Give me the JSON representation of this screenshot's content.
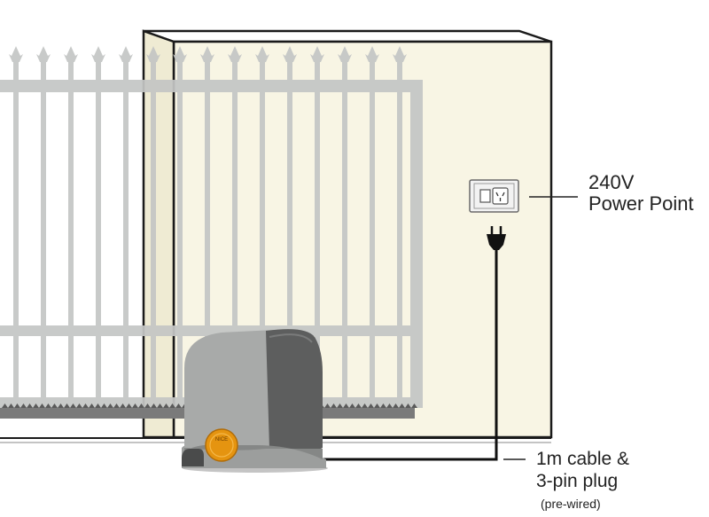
{
  "labels": {
    "power_point_line1": "240V",
    "power_point_line2": "Power Point",
    "cable_line1": "1m cable &",
    "cable_line2": "3-pin plug",
    "cable_line3": "(pre-wired)"
  },
  "motor_logo_text": "NICE",
  "colors": {
    "wall": "#f8f5e4",
    "gate": "#c4c6c5",
    "motor_body": "#a6a8a7",
    "motor_cover": "#5d5e5e",
    "indicator": "#e59410",
    "rack": "#7a7a7a",
    "cable": "#111111"
  }
}
